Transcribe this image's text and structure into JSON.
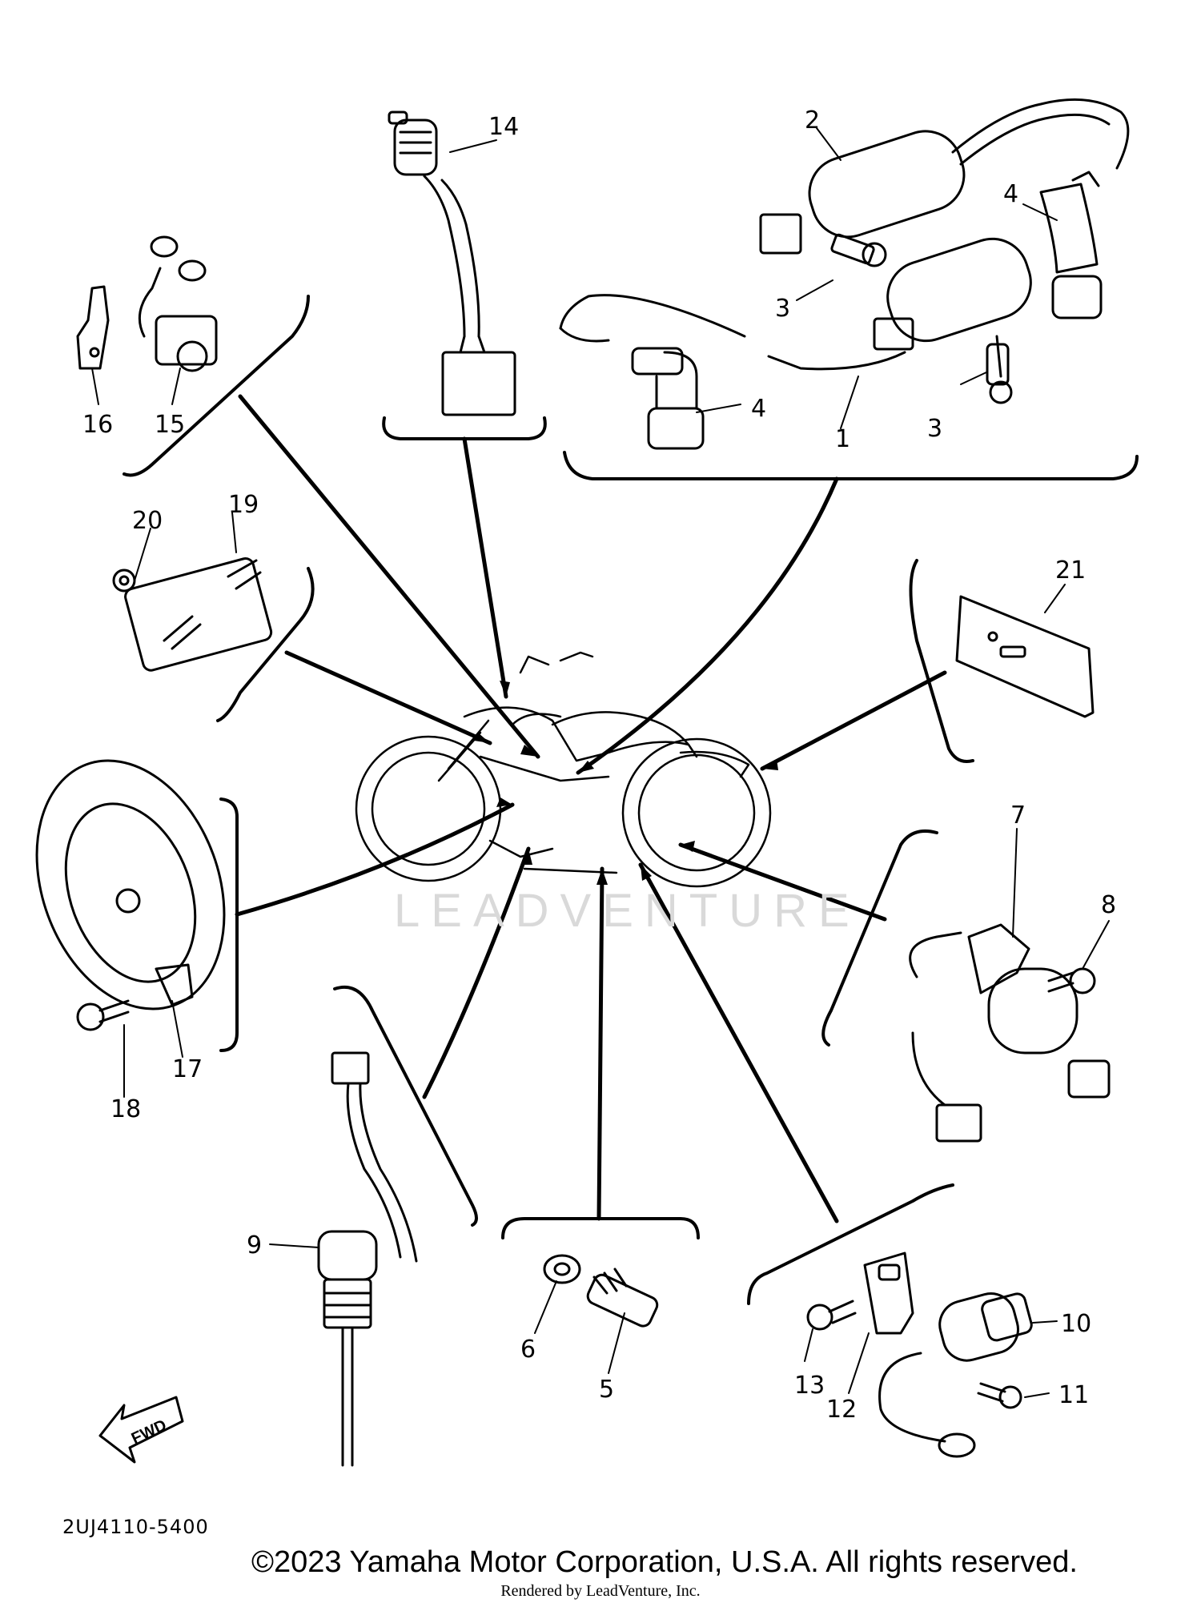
{
  "diagram_code": "2UJ4110-5400",
  "direction_arrow_label": "FWD",
  "watermark": "LEADVENTURE",
  "copyright": "©2023 Yamaha Motor Corporation, U.S.A. All rights reserved.",
  "rendered_by": "Rendered by LeadVenture, Inc.",
  "callouts": [
    "1",
    "2",
    "3",
    "3",
    "4",
    "4",
    "5",
    "6",
    "7",
    "8",
    "9",
    "10",
    "11",
    "12",
    "13",
    "14",
    "15",
    "16",
    "17",
    "18",
    "19",
    "20",
    "21"
  ]
}
